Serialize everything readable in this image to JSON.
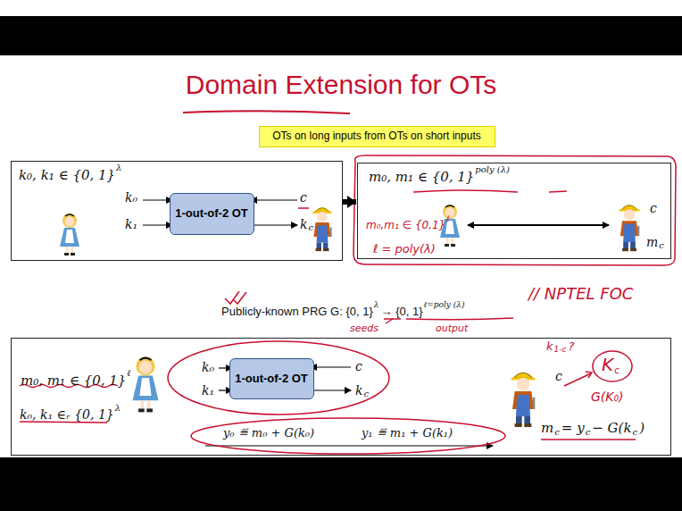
{
  "diagram": {
    "title": "Domain Extension for OTs",
    "nodes": [
      {
        "text": [
          "OTs on long inputs from OTs on short inputs"
        ]
      },
      {
        "text": [
          "k₀, k₁ ∈ {0, 1}"
        ]
      },
      {
        "text": [
          "1-out-of-2 OT"
        ],
        "in": 1
      },
      {
        "text": [
          "m₀, m₁ ∈ {0, 1}"
        ]
      },
      {
        "text": [
          "m₀, m₁ ∈ {0, 1}"
        ]
      },
      {
        "text": [
          "1-out-of-2 OT"
        ],
        "in": 4
      }
    ],
    "edges": [
      {
        "from": 1,
        "to": 3,
        "arrow": "to"
      }
    ],
    "labels": [
      "λ",
      "k₀",
      "k₁",
      "c",
      "k",
      "c",
      "poly (λ)",
      "m₀,m₁ ∈ {0,1}",
      "ℓ",
      "ℓ = poly(λ)",
      "c",
      "m",
      "c",
      "Publicly-known PRG G: {0, 1}",
      "λ",
      "→ {0, 1}",
      "ℓ=poly (λ)",
      "seeds",
      "output",
      "// NPTEL FOC",
      "ℓ",
      "k₀, k₁ ∈ᵣ {0, 1}",
      "λ",
      "k₀",
      "k₁",
      "c",
      "k",
      "c",
      "y₀ ≝ m₀ + G(k₀)",
      "y₁ ≝ m₁ + G(k₁)",
      "c",
      "k",
      "1-c",
      "?",
      "K",
      "c",
      "G(K₀)",
      "m",
      "c",
      "= y",
      "c",
      "− G(k",
      "c",
      ")"
    ]
  }
}
